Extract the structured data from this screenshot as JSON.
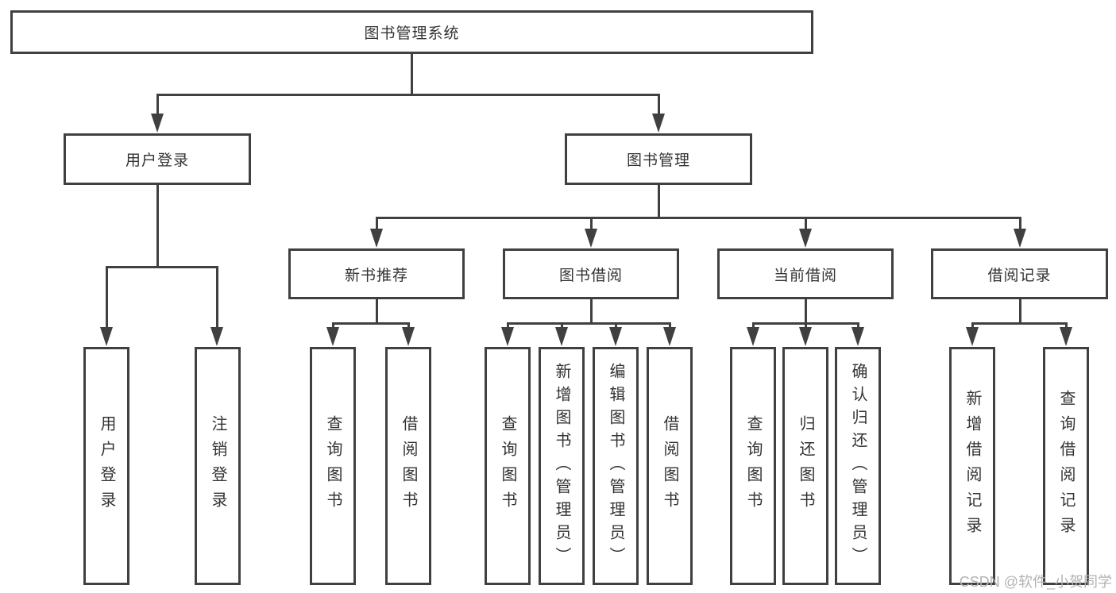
{
  "colors": {
    "line": "#404040",
    "text": "#333333",
    "watermark": "#b3b3b3",
    "background": "#ffffff"
  },
  "watermark": {
    "text": "CSDN @软件_小贺同学"
  },
  "diagram": {
    "root": {
      "label": "图书管理系统"
    },
    "level2": [
      {
        "label": "用户登录"
      },
      {
        "label": "图书管理"
      }
    ],
    "level3": [
      {
        "label": "新书推荐"
      },
      {
        "label": "图书借阅"
      },
      {
        "label": "当前借阅"
      },
      {
        "label": "借阅记录"
      }
    ],
    "leaves": [
      {
        "label": "用户登录"
      },
      {
        "label": "注销登录"
      },
      {
        "label": "查询图书"
      },
      {
        "label": "借阅图书"
      },
      {
        "label": "查询图书"
      },
      {
        "label": "新增图书（管理员）"
      },
      {
        "label": "编辑图书（管理员）"
      },
      {
        "label": "借阅图书"
      },
      {
        "label": "查询图书"
      },
      {
        "label": "归还图书"
      },
      {
        "label": "确认归还（管理员）"
      },
      {
        "label": "新增借阅记录"
      },
      {
        "label": "查询借阅记录"
      }
    ]
  }
}
